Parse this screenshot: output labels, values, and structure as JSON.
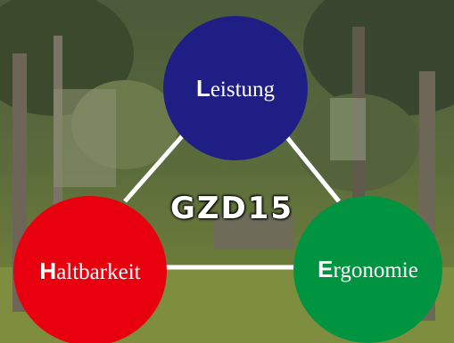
{
  "diagram": {
    "center_label": "GZD15",
    "nodes": {
      "top": {
        "initial": "L",
        "rest": "eistung",
        "color": "#1e1e85"
      },
      "left": {
        "initial": "H",
        "rest": "altbarkeit",
        "color": "#e8000e"
      },
      "right": {
        "initial": "E",
        "rest": "rgonomie",
        "color": "#009440"
      }
    },
    "connector_color": "#ffffff"
  }
}
